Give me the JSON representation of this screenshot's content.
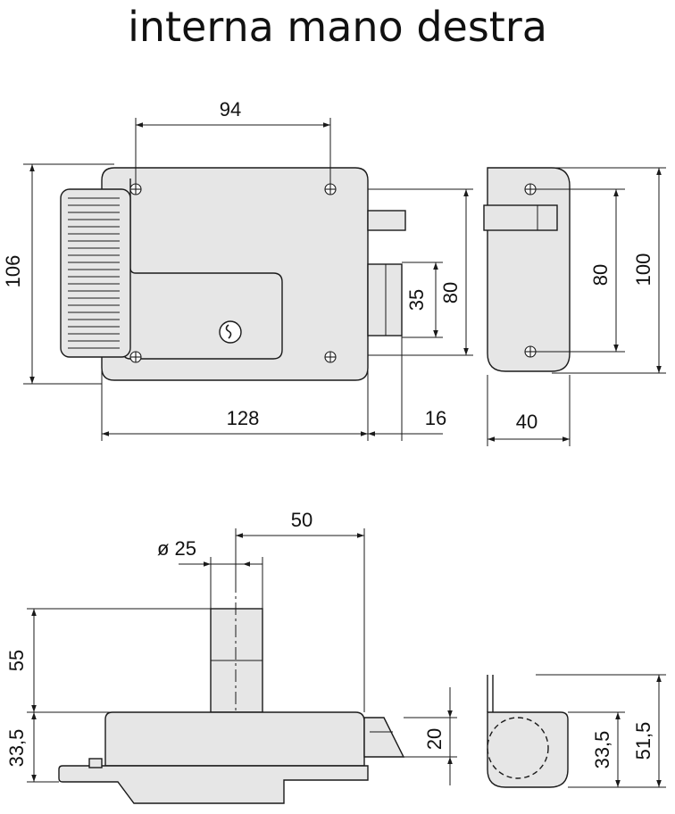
{
  "title": "interna mano destra",
  "colors": {
    "body_fill": "#e6e6e6",
    "line": "#1a1a1a"
  },
  "front_view": {
    "dims": {
      "holes_spacing": "94",
      "height": "106",
      "width": "128",
      "bolt_projection": "16",
      "bolt_height": "35",
      "bolt_block_height": "80"
    }
  },
  "side_view": {
    "dims": {
      "holes_spacing": "80",
      "height": "100",
      "depth": "40"
    }
  },
  "top_view": {
    "dims": {
      "cylinder_diameter": "ø 25",
      "cylinder_offset": "50",
      "cylinder_length": "55",
      "body_depth": "33,5",
      "latch_height": "20"
    }
  },
  "end_view": {
    "dims": {
      "depth": "33,5",
      "overall": "51,5"
    }
  }
}
